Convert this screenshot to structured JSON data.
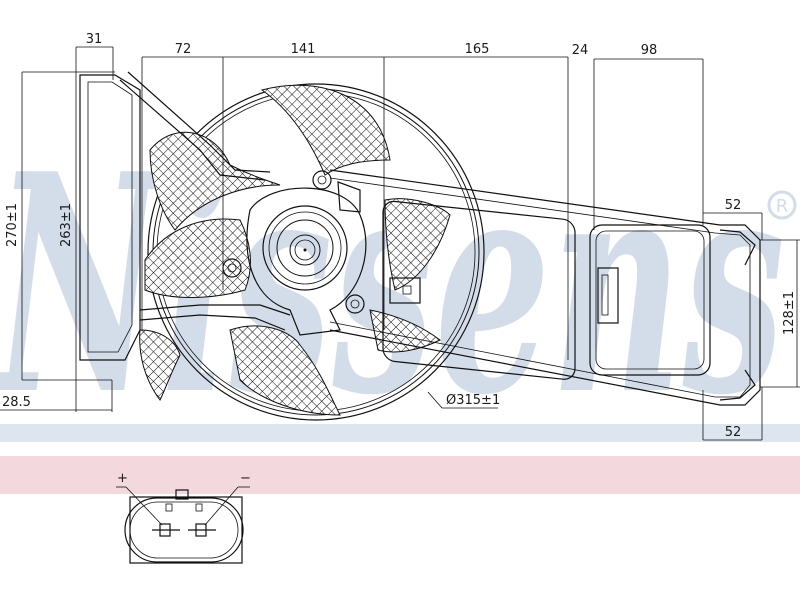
{
  "colors": {
    "watermark": "#d2dde9",
    "blue_band": "#dde6ef",
    "pink_band": "#f3d9de",
    "line": "#111111"
  },
  "watermark": {
    "text": "Nissens",
    "registered_mark": "®"
  },
  "dimensions": {
    "top": [
      "31",
      "72",
      "141",
      "165",
      "24",
      "98"
    ],
    "height_outer": "270±1",
    "height_inner": "263±1",
    "bottom_left": "28.5",
    "right_upper": "52",
    "right_lower": "52",
    "right_height": "128±1",
    "fan_diameter": "Ø315±1"
  },
  "connector": {
    "plus_label": "+",
    "minus_label": "−"
  }
}
